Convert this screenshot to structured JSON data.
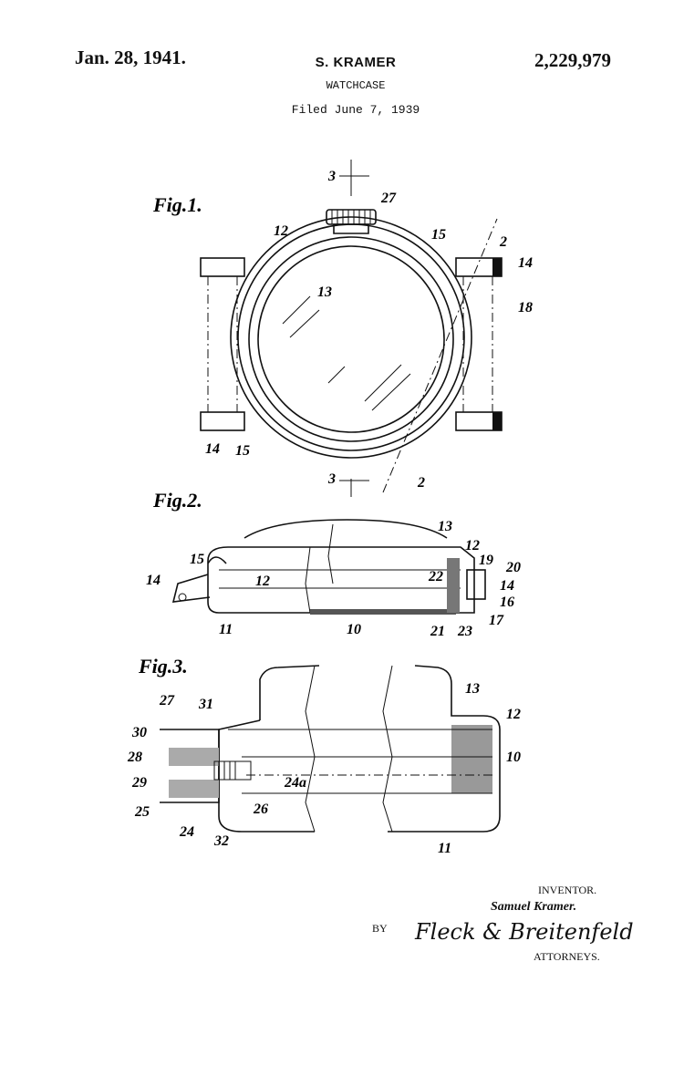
{
  "header": {
    "date": "Jan. 28, 1941.",
    "inventor": "S. KRAMER",
    "patent_number": "2,229,979",
    "title": "WATCHCASE",
    "filed": "Filed June 7, 1939"
  },
  "fig1": {
    "title": "Fig.1.",
    "labels": [
      "3",
      "27",
      "12",
      "15",
      "2",
      "14",
      "13",
      "18",
      "14",
      "15",
      "3",
      "2"
    ]
  },
  "fig2": {
    "title": "Fig.2.",
    "labels": [
      "13",
      "12",
      "19",
      "20",
      "15",
      "14",
      "12",
      "22",
      "14",
      "16",
      "17",
      "21",
      "23",
      "11",
      "10"
    ]
  },
  "fig3": {
    "title": "Fig.3.",
    "labels": [
      "13",
      "27",
      "31",
      "12",
      "30",
      "10",
      "28",
      "29",
      "24a",
      "25",
      "26",
      "24",
      "32",
      "11"
    ]
  },
  "footer": {
    "inventor_label": "INVENTOR.",
    "inventor_name": "Samuel Kramer.",
    "by": "BY",
    "signature": "Fleck & Breitenfeld",
    "attorneys": "ATTORNEYS."
  }
}
